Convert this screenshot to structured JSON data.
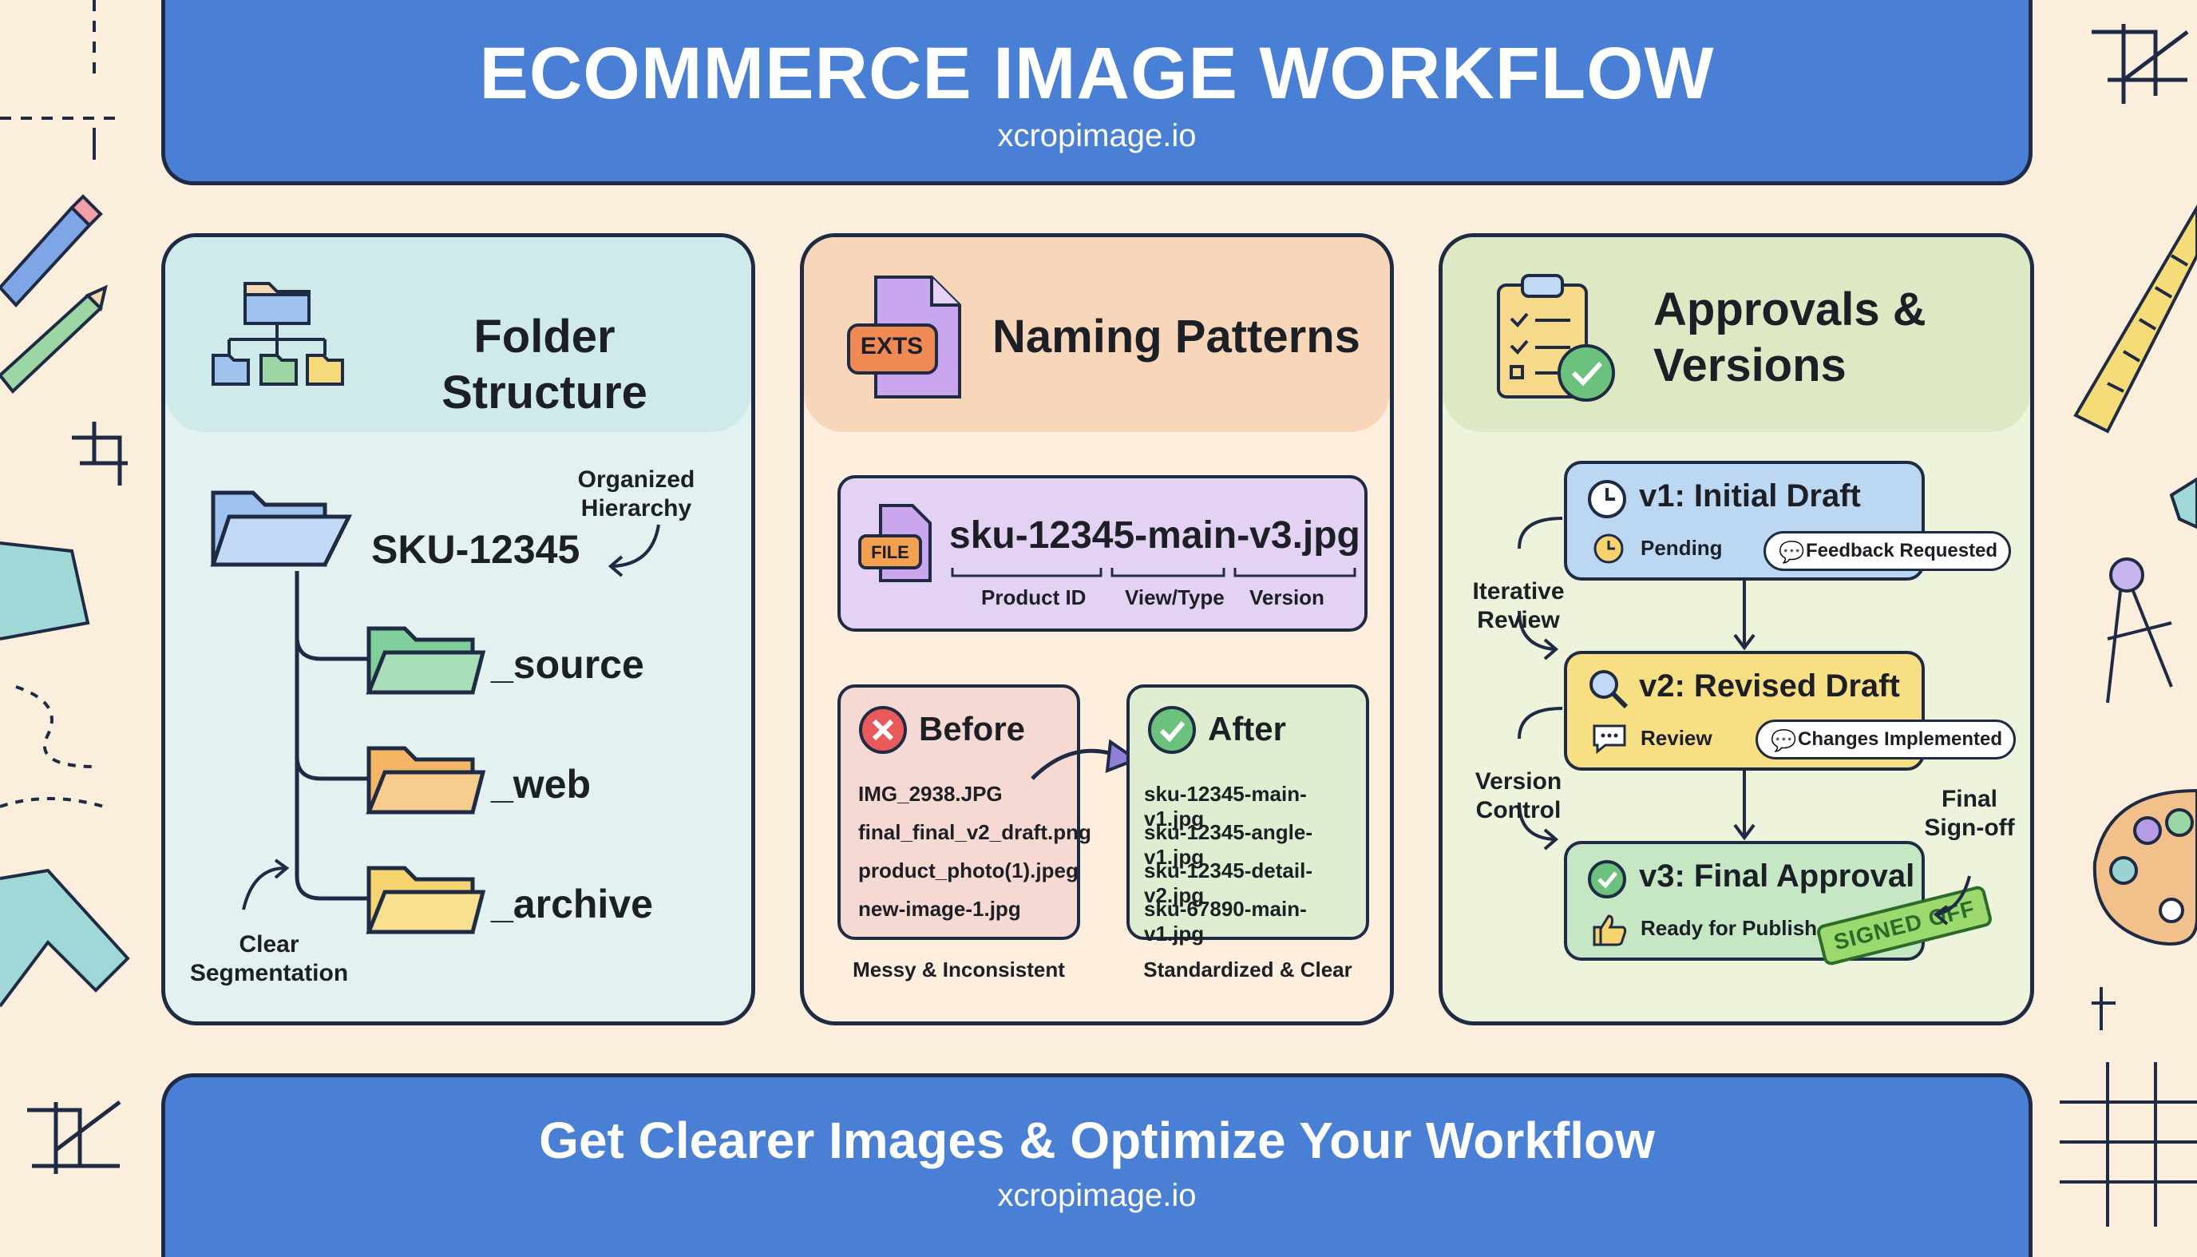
{
  "header": {
    "title": "ECOMMERCE IMAGE WORKFLOW",
    "subtitle": "xcropimage.io"
  },
  "footer": {
    "title": "Get Clearer Images & Optimize Your Workflow",
    "subtitle": "xcropimage.io"
  },
  "folder_panel": {
    "title": "Folder Structure",
    "root": "SKU-12345",
    "children": [
      "_source",
      "_web",
      "_archive"
    ],
    "note_top": [
      "Organized",
      "Hierarchy"
    ],
    "note_bottom": [
      "Clear",
      "Segmentation"
    ]
  },
  "naming_panel": {
    "title": "Naming Patterns",
    "icon_text": "EXTS",
    "file_badge": "FILE",
    "example": "sku-12345-main-v3.jpg",
    "parts": [
      "Product ID",
      "View/Type",
      "Version"
    ],
    "before": {
      "title": "Before",
      "files": [
        "IMG_2938.JPG",
        "final_final_v2_draft.png",
        "product_photo(1).jpeg",
        "new-image-1.jpg"
      ],
      "caption": "Messy & Inconsistent"
    },
    "after": {
      "title": "After",
      "files": [
        "sku-12345-main-v1.jpg",
        "sku-12345-angle-v1.jpg",
        "sku-12345-detail-v2.jpg",
        "sku-67890-main-v1.jpg"
      ],
      "caption": "Standardized & Clear"
    }
  },
  "approvals_panel": {
    "title_line1": "Approvals &",
    "title_line2": "Versions",
    "v1": {
      "title": "v1: Initial Draft",
      "status": "Pending",
      "bubble": "Feedback Requested"
    },
    "v2": {
      "title": "v2: Revised Draft",
      "status": "Review",
      "bubble": "Changes Implemented"
    },
    "v3": {
      "title": "v3: Final Approval",
      "status": "Ready for Publish",
      "stamp": "SIGNED OFF"
    },
    "side_labels": {
      "iterative": [
        "Iterative",
        "Review"
      ],
      "version": [
        "Version",
        "Control"
      ],
      "final": [
        "Final",
        "Sign-off"
      ]
    }
  },
  "colors": {
    "banner_blue": "#4a7fd6",
    "background": "#fbeedd",
    "folder_panel": "#e3f1f0",
    "naming_panel": "#fdeedd",
    "approvals_panel": "#eef3dc",
    "v1_blue": "#bcd7f2",
    "v2_yellow": "#f9df84",
    "v3_green": "#c6e7c4",
    "naming_purple": "#e4d2f5"
  }
}
